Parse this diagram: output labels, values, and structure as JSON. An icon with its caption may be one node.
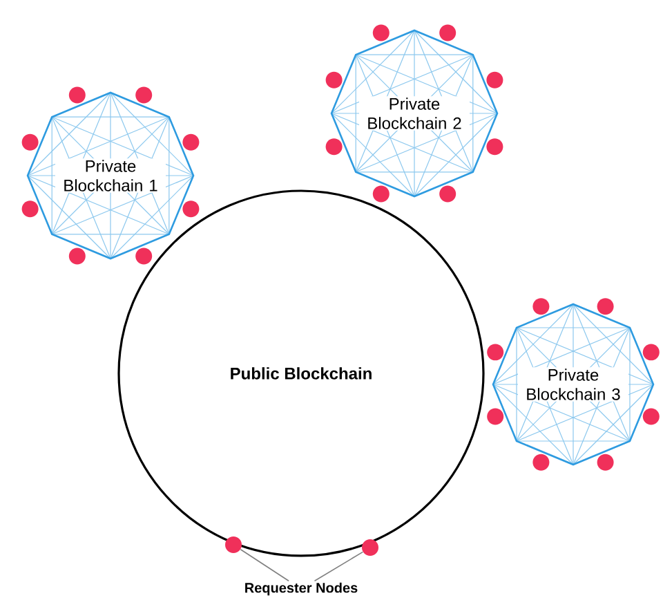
{
  "diagram": {
    "nodes": [
      {
        "text": [
          "Public Blockchain"
        ]
      },
      {
        "text": [
          "Private Blockchain 1"
        ]
      },
      {
        "text": [
          "Private Blockchain 2"
        ]
      },
      {
        "text": [
          "Private Blockchain 3"
        ]
      },
      {
        "text": [
          "Requester Nodes"
        ]
      },
      {
        "text": [],
        "shape": "circle"
      },
      {
        "text": [],
        "shape": "circle"
      }
    ],
    "edges": [
      {
        "from": 4,
        "to": 5,
        "arrow": "none"
      },
      {
        "from": 4,
        "to": 6,
        "arrow": "none"
      }
    ]
  }
}
